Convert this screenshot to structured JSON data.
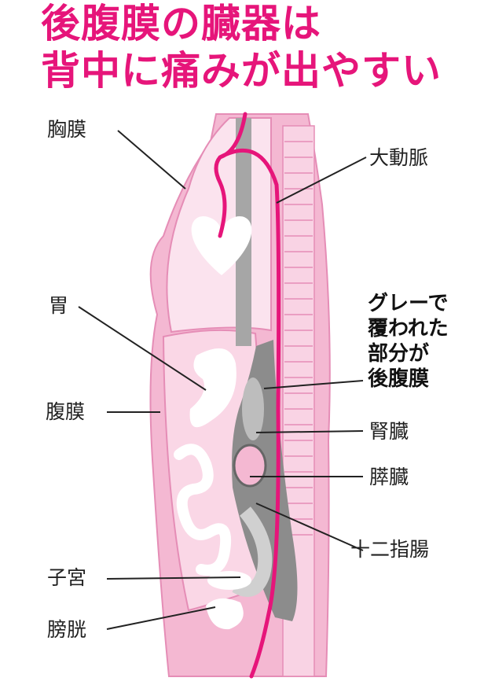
{
  "title": {
    "line1": "後腹膜の臓器は",
    "line2": "背中に痛みが出やすい"
  },
  "labels": {
    "pleura": "胸膜",
    "aorta": "大動脈",
    "stomach": "胃",
    "peritoneum": "腹膜",
    "kidney": "腎臓",
    "pancreas": "膵臓",
    "duodenum": "十二指腸",
    "uterus": "子宮",
    "bladder": "膀胱"
  },
  "note": {
    "lines": [
      "グレーで",
      "覆われた",
      "部分が",
      "後腹膜"
    ]
  },
  "colors": {
    "title": "#e6157a",
    "body_fill": "#f4b8d2",
    "organ_fill": "#fbe3ee",
    "artery": "#e6157a",
    "retroperitoneum": "#8c8c8c"
  }
}
